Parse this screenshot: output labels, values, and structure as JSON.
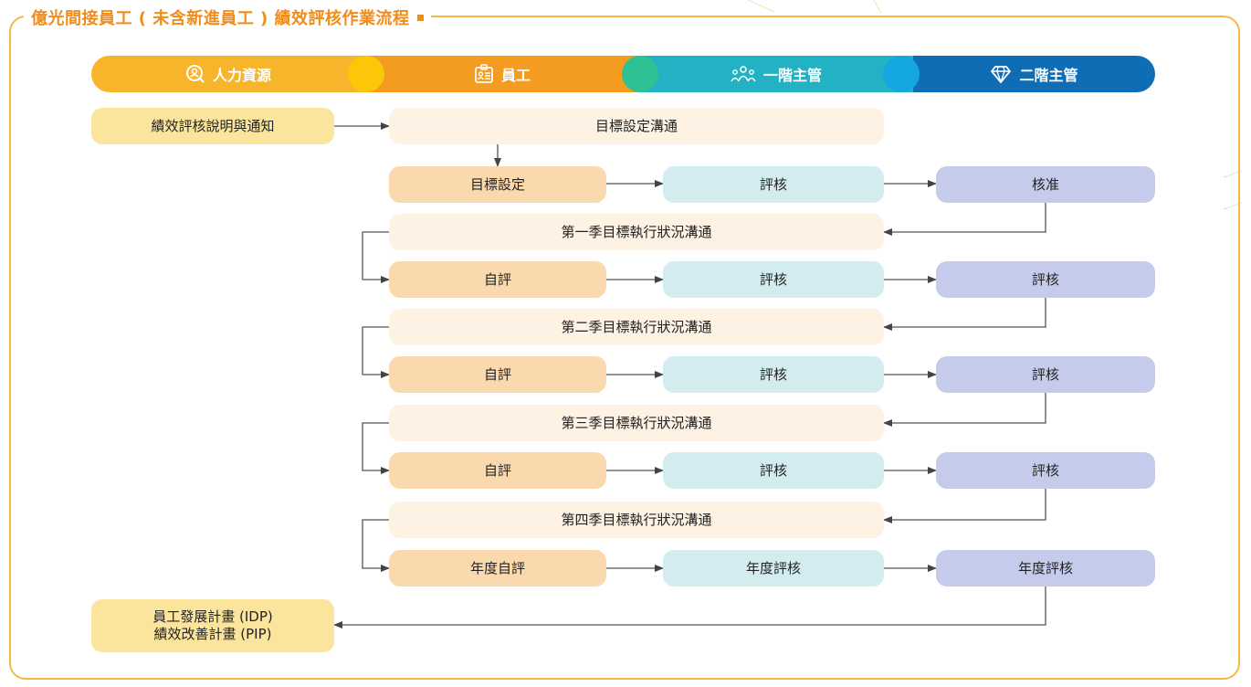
{
  "title": "億光間接員工 ( 未含新進員工 ) 績效評核作業流程",
  "colors": {
    "border": "#f6b847",
    "title": "#f08c1a",
    "hr_box": "#fbe49b",
    "employee_box": "#fbd9ae",
    "communication_box": "#fdf2e4",
    "manager1_box": "#d3ecef",
    "manager2_box": "#c5cbeb"
  },
  "header": {
    "hr": "人力資源",
    "employee": "員工",
    "manager1": "一階主管",
    "manager2": "二階主管"
  },
  "flow": {
    "notice": "績效評核說明與通知",
    "goal_comm": "目標設定溝通",
    "goal_set": "目標設定",
    "goal_review": "評核",
    "goal_approve": "核准",
    "q1_comm": "第一季目標執行狀況溝通",
    "q1_self": "自評",
    "q1_m1": "評核",
    "q1_m2": "評核",
    "q2_comm": "第二季目標執行狀況溝通",
    "q2_self": "自評",
    "q2_m1": "評核",
    "q2_m2": "評核",
    "q3_comm": "第三季目標執行狀況溝通",
    "q3_self": "自評",
    "q3_m1": "評核",
    "q3_m2": "評核",
    "q4_comm": "第四季目標執行狀況溝通",
    "annual_self": "年度自評",
    "annual_m1": "年度評核",
    "annual_m2": "年度評核",
    "idp": "員工發展計畫 (IDP)",
    "pip": "績效改善計畫 (PIP)"
  }
}
